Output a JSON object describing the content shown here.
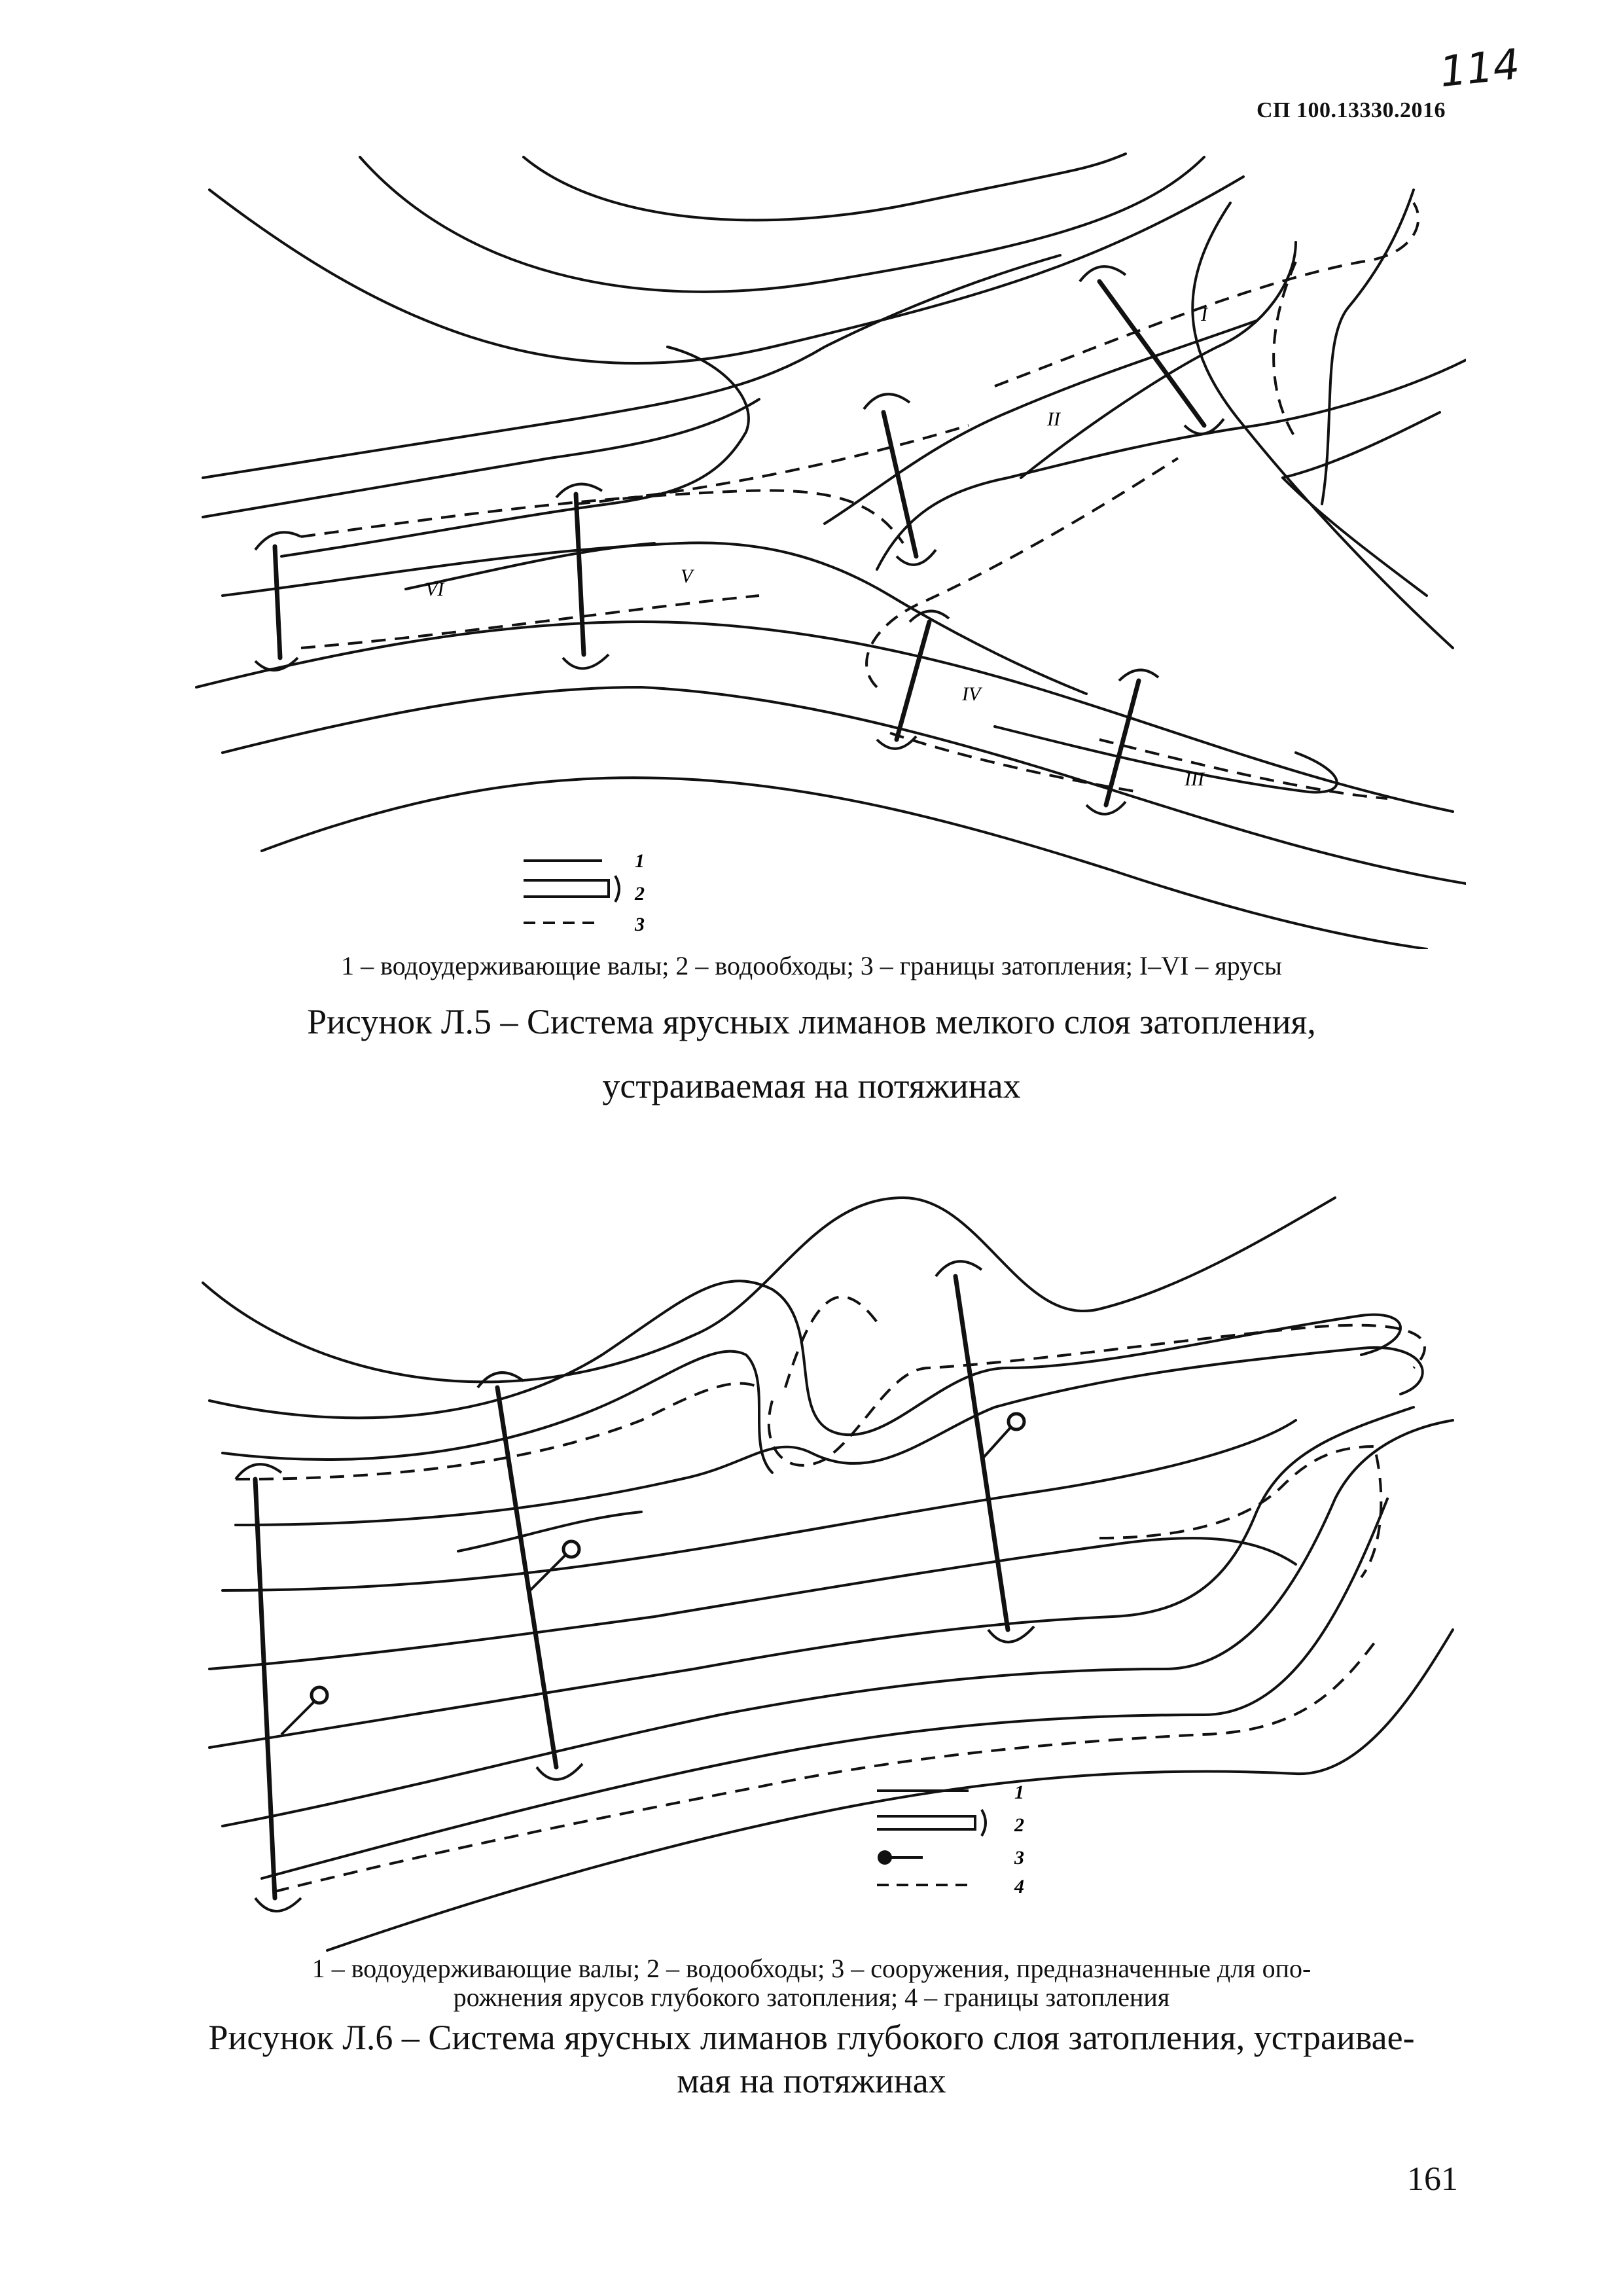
{
  "header": {
    "doc_code": "СП 100.13330.2016",
    "handwritten_number": "114"
  },
  "figure5": {
    "legend_items": [
      "1",
      "2",
      "3"
    ],
    "zone_labels": [
      "I",
      "II",
      "III",
      "IV",
      "V",
      "VI"
    ],
    "legend_caption": "1 – водоудерживающие валы; 2 – водообходы; 3 – границы затопления; I–VI – ярусы",
    "title_line1": "Рисунок Л.5 – Система ярусных лиманов мелкого слоя затопления,",
    "title_line2": "устраиваемая на потяжинах"
  },
  "figure6": {
    "legend_items": [
      "1",
      "2",
      "3",
      "4"
    ],
    "legend_caption_line1": "1 – водоудерживающие валы; 2 – водообходы; 3 – сооружения, предназначенные для опо-",
    "legend_caption_line2": "рожнения ярусов глубокого затопления; 4 – границы затопления",
    "title_line1": "Рисунок Л.6 – Система ярусных лиманов глубокого слоя затопления, устраивае-",
    "title_line2": "мая на потяжинах"
  },
  "footer": {
    "page_number": "161"
  }
}
